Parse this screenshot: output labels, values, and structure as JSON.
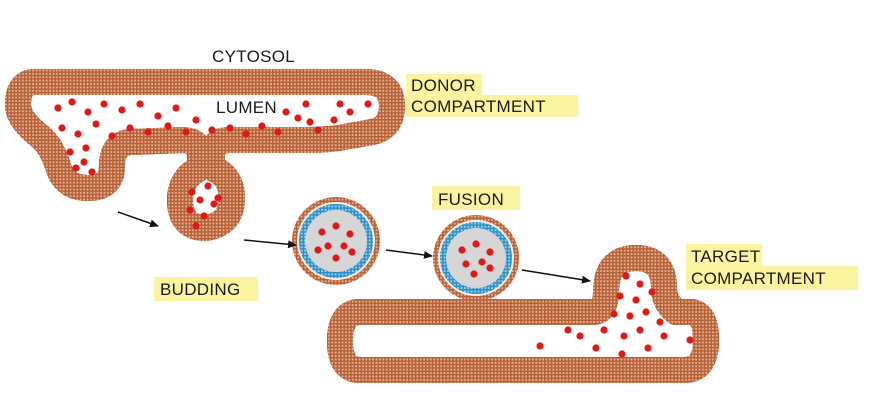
{
  "labels": {
    "cytosol": "CYTOSOL",
    "lumen": "LUMEN",
    "donor_line1": "DONOR",
    "donor_line2": "COMPARTMENT",
    "fusion": "FUSION",
    "budding": "BUDDING",
    "target_line1": "TARGET",
    "target_line2": "COMPARTMENT"
  },
  "colors": {
    "lumen_fill": "#d6d6d6",
    "outer_leaflet": "#c8784a",
    "inner_leaflet": "#3a9fd0",
    "bilayer_core": "#f4efe6",
    "cargo": "#e01818",
    "label_highlight": "#fbf3a0",
    "arrow": "#111111"
  },
  "icons": {
    "cargo_marker": "red-dot",
    "process_arrow": "arrow-right"
  }
}
